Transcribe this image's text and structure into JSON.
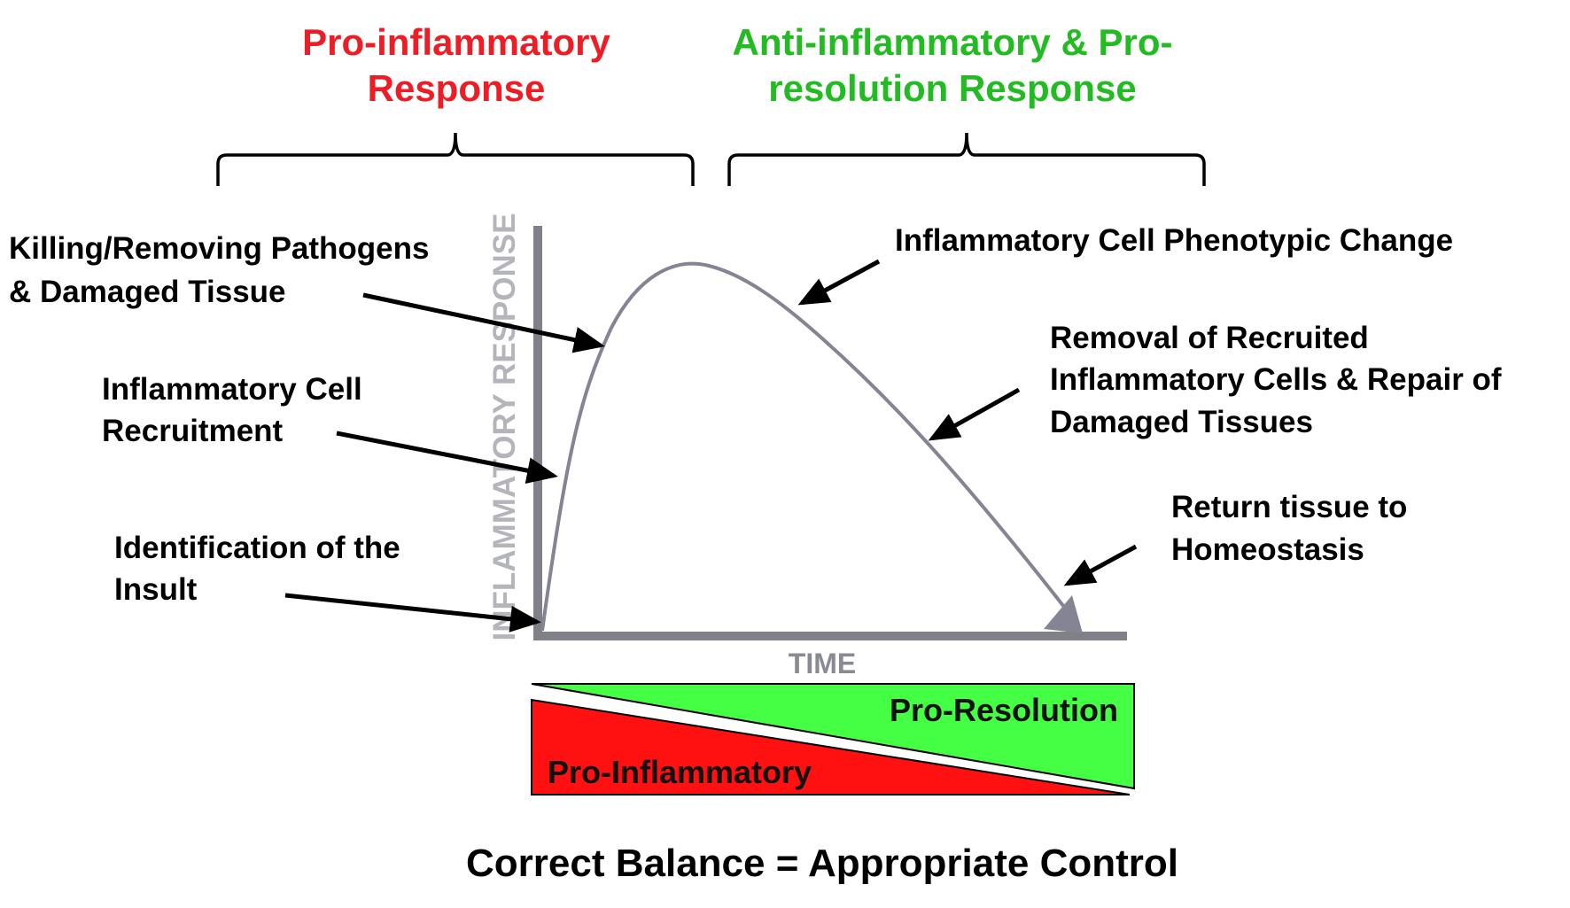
{
  "header": {
    "pro_inflammatory": {
      "line1": "Pro-inflammatory",
      "line2": "Response",
      "color": "#ee1c24"
    },
    "anti_inflammatory": {
      "line1": "Anti-inflammatory & Pro-",
      "line2": "resolution Response",
      "color": "#22bb22"
    }
  },
  "axes": {
    "y_label": "INFLAMMATORY RESPONSE",
    "x_label": "TIME",
    "axis_color": "#808088",
    "label_color": "#b4b4bb"
  },
  "annotations": {
    "killing": {
      "line1": "Killing/Removing Pathogens",
      "line2": "& Damaged Tissue"
    },
    "recruitment": {
      "line1": "Inflammatory Cell",
      "line2": "Recruitment"
    },
    "identification": {
      "line1": "Identification of the",
      "line2": "Insult"
    },
    "phenotypic": {
      "line1": "Inflammatory Cell Phenotypic Change"
    },
    "removal": {
      "line1": "Removal of Recruited",
      "line2": "Inflammatory Cells & Repair of",
      "line3": "Damaged Tissues"
    },
    "homeostasis": {
      "line1": "Return tissue to",
      "line2": "Homeostasis"
    }
  },
  "balance": {
    "resolution_label": "Pro-Resolution",
    "inflammatory_label": "Pro-Inflammatory",
    "resolution_color": "#44ff44",
    "inflammatory_color": "#ff1111"
  },
  "footer": {
    "text": "Correct Balance = Appropriate Control"
  }
}
